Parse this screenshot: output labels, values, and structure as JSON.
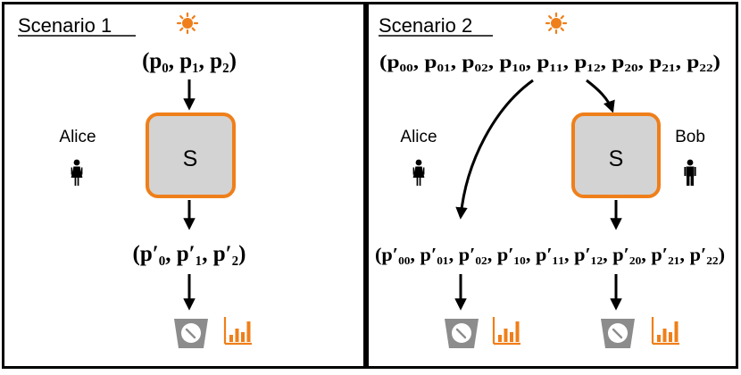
{
  "panels": [
    {
      "heading": "Scenario 1",
      "input_tuple": "(p₀, p₁, p₂)",
      "output_tuple": "(p′₀, p′₁, p′₂)",
      "agents": [
        {
          "name": "Alice"
        }
      ],
      "box_label": "S"
    },
    {
      "heading": "Scenario 2",
      "input_tuple": "(p₀₀, p₀₁, p₀₂, p₁₀, p₁₁, p₁₂, p₂₀, p₂₁, p₂₂)",
      "output_tuple": "(p′₀₀, p′₀₁, p′₀₂, p′₁₀, p′₁₁, p′₁₂, p′₂₀, p′₂₁, p′₂₂)",
      "agents": [
        {
          "name": "Alice"
        },
        {
          "name": "Bob"
        }
      ],
      "box_label": "S"
    }
  ],
  "icons": {
    "source": "sun-icon",
    "agent_female": "female-person-icon",
    "agent_male": "male-person-icon",
    "detector": "meter-icon",
    "histogram": "bar-chart-icon"
  },
  "colors": {
    "accent": "#ef7f1a",
    "box_fill": "#d3d3d3",
    "detector": "#8c8c8c",
    "frame": "#000000"
  }
}
